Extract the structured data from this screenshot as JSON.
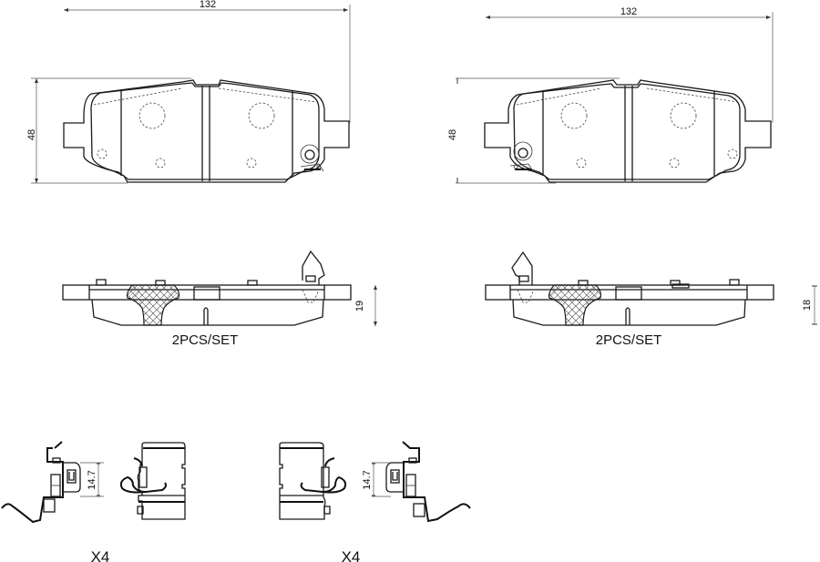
{
  "drawing": {
    "left_pad": {
      "front_view": {
        "width_dim": "132",
        "height_dim": "48"
      },
      "side_view": {
        "thickness_dim": "19",
        "set_label": "2PCS/SET"
      }
    },
    "right_pad": {
      "front_view": {
        "width_dim": "132",
        "height_dim": "48"
      },
      "side_view": {
        "thickness_dim": "18",
        "set_label": "2PCS/SET"
      }
    },
    "left_clip": {
      "dim": "14.7",
      "quantity": "X4"
    },
    "right_clip": {
      "dim": "14.7",
      "quantity": "X4"
    },
    "colors": {
      "line": "#1a1a1a",
      "background": "#ffffff",
      "hatch": "#444444"
    }
  }
}
